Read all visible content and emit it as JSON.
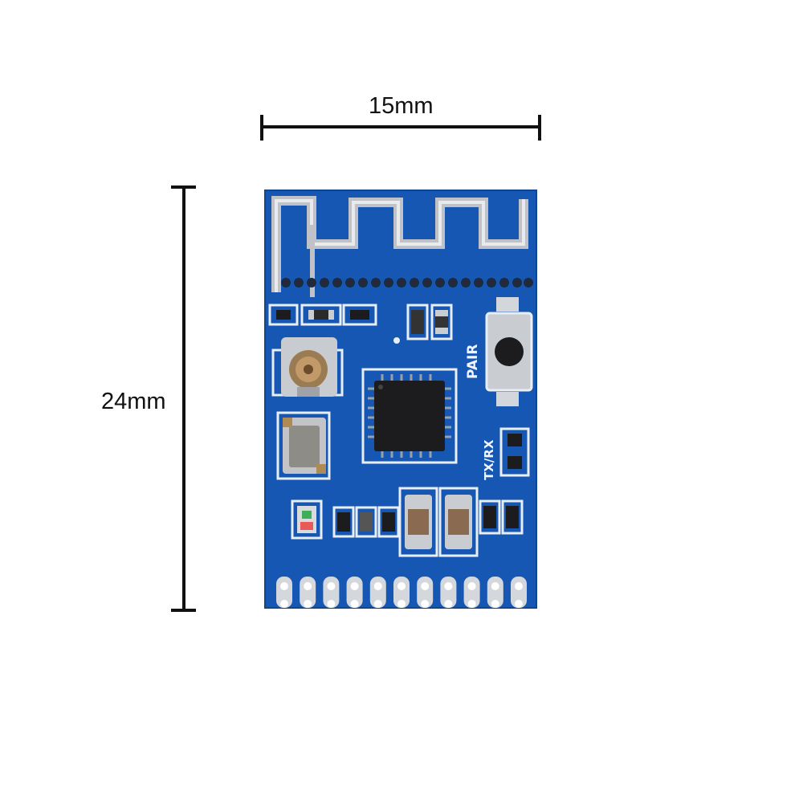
{
  "dimensions": {
    "width_label": "15mm",
    "height_label": "24mm"
  },
  "board": {
    "silkscreen_pair": "PAIR",
    "silkscreen_txrx": "TX/RX",
    "pin_count": 11
  },
  "colors": {
    "pcb": "#1557b3",
    "pcb_dark": "#0e478f",
    "copper": "#b9bcc0",
    "chip": "#1c1c1e",
    "dimension_line": "#111111"
  }
}
